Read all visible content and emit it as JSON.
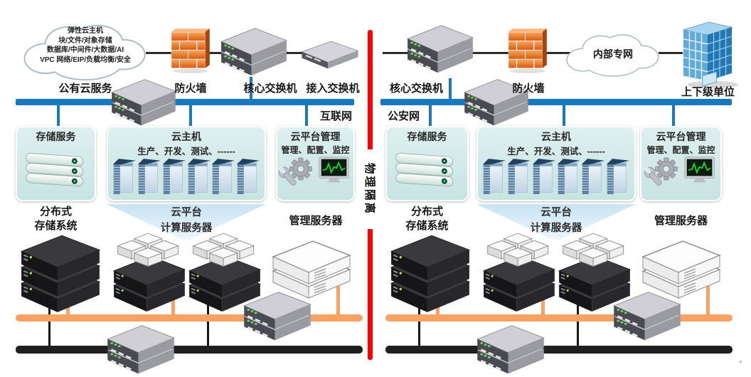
{
  "page": {
    "background": "#ffffff"
  },
  "colors": {
    "bar_blue": "#1a78bc",
    "bus_orange": "#f5a264",
    "bus_black": "#1f1f1f",
    "divider_red": "#fb0006",
    "panel_fill": "#d7ebea",
    "firewall_orange": "#e8671e",
    "monitor_green": "#1ed32a"
  },
  "divider": {
    "label": "物理隔离"
  },
  "left": {
    "public_cloud": {
      "lines": [
        "弹性云主机",
        "块/文件/对象存储",
        "数据库/中间件/大数据/AI",
        "VPC 网络/EIP/负载均衡/安全"
      ],
      "label": "公有云服务"
    },
    "firewall_label": "防火墙",
    "core_switch_label": "核心交换机",
    "access_switch_label": "接入交换机",
    "bus_label": "互联网",
    "storage_panel": {
      "title": "存储服务",
      "caption1": "分布式",
      "caption2": "存储系统"
    },
    "host_panel": {
      "title": "云主机",
      "subtitle": "生产、开发、测试、------",
      "funnel1": "云平台",
      "funnel2": "计算服务器"
    },
    "mgmt_panel": {
      "title": "云平台管理",
      "subtitle": "管理、配置、监控",
      "caption": "管理服务器"
    }
  },
  "right": {
    "core_switch_label": "核心交换机",
    "firewall_label": "防火墙",
    "private_net_label": "内部专网",
    "building_label": "上下级单位",
    "bus_label": "公安网",
    "storage_panel": {
      "title": "存储服务",
      "caption1": "分布式",
      "caption2": "存储系统"
    },
    "host_panel": {
      "title": "云主机",
      "subtitle": "生产、开发、测试、------",
      "funnel1": "云平台",
      "funnel2": "计算服务器"
    },
    "mgmt_panel": {
      "title": "云平台管理",
      "subtitle": "管理、配置、监控",
      "caption": "管理服务器"
    }
  }
}
